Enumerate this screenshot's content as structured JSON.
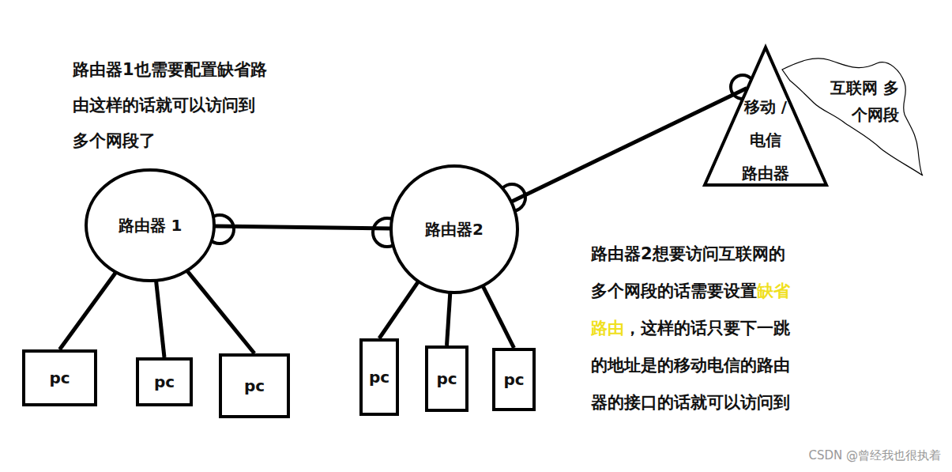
{
  "diagram": {
    "nodes": [
      {
        "text": [
          "路由器 1"
        ]
      },
      {
        "text": [
          "路由器2"
        ]
      },
      {
        "text": [
          "移动 /电信 路由器"
        ]
      },
      {
        "text": [
          "互联网 多个网段"
        ]
      },
      {
        "text": [
          "pc"
        ]
      },
      {
        "text": [
          "pc"
        ]
      },
      {
        "text": [
          "pc"
        ]
      },
      {
        "text": [
          "pc"
        ]
      },
      {
        "text": [
          "pc"
        ]
      },
      {
        "text": [
          "pc"
        ]
      }
    ],
    "edges": [
      {
        "from": 0,
        "to": 1,
        "arrow": "none"
      },
      {
        "from": 1,
        "to": 2,
        "arrow": "none"
      },
      {
        "from": 0,
        "to": 4,
        "arrow": "none"
      },
      {
        "from": 0,
        "to": 5,
        "arrow": "none"
      },
      {
        "from": 0,
        "to": 6,
        "arrow": "none"
      },
      {
        "from": 1,
        "to": 7,
        "arrow": "none"
      },
      {
        "from": 1,
        "to": 8,
        "arrow": "none"
      },
      {
        "from": 1,
        "to": 9,
        "arrow": "none"
      }
    ],
    "labels": [
      "路由器1也需要配置缺省路由这样的话就可以访问到多个网段了",
      "路由器2想要访问互联网的多个网段的话需要设置",
      "缺省路由",
      "，这样的话只要下一跳的地址是的移动电信的路由器的接口的话就可以访问到",
      "CSDN @曾经我也很执着"
    ]
  }
}
